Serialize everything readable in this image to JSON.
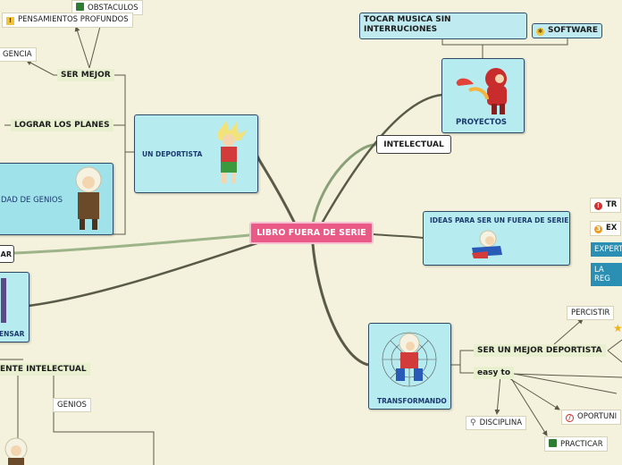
{
  "center": {
    "label": "LIBRO FUERA DE SERIE"
  },
  "top": {
    "music": "TOCAR MUSICA SIN INTERRUCIONES",
    "software": "SOFTWARE",
    "proyectos": "PROYECTOS",
    "intelectual": "INTELECTUAL"
  },
  "left": {
    "obstaculos": "OBSTACULOS",
    "pensamientos": "PENSAMIENTOS PROFUNDOS",
    "gencia": "GENCIA",
    "ser_mejor": "SER MEJOR",
    "lograr": "LOGRAR LOS PLANES",
    "deportista": "UN DEPORTISTA",
    "genios_box": "DAD DE GENIOS",
    "ar": "AR",
    "ensar": "ENSAR",
    "ente_intelectual": "ENTE INTELECTUAL",
    "genios": "GENIOS"
  },
  "right": {
    "ideas": "IDEAS PARA SER UN FUERA DE SERIE",
    "tr": "TR",
    "ex": "EX",
    "expert": "EXPERT",
    "la_reg": "LA REG"
  },
  "bottom": {
    "transformando": "TRANSFORMANDO",
    "percistir": "PERCISTIR",
    "ser_mejor_deportista": "SER UN MEJOR DEPORTISTA",
    "easy_to": "easy to",
    "disciplina": "DISCIPLINA",
    "oportuni": "OPORTUNI",
    "practicar": "PRACTICAR"
  },
  "colors": {
    "background": "#f4f2dc",
    "center": "#ea5a86",
    "node": "#b6ecf0",
    "branch": "#4a4a3a",
    "branch_green": "#9db48a"
  },
  "icons": {
    "obstaculos": "book-icon",
    "pensamientos": "warning-icon",
    "software": "lightbulb-icon",
    "tr": "exclamation-icon",
    "ex": "number-3-icon",
    "disciplina": "magnifier-icon",
    "oportuni": "no-entry-icon",
    "practicar": "book-icon",
    "star": "star-icon"
  }
}
